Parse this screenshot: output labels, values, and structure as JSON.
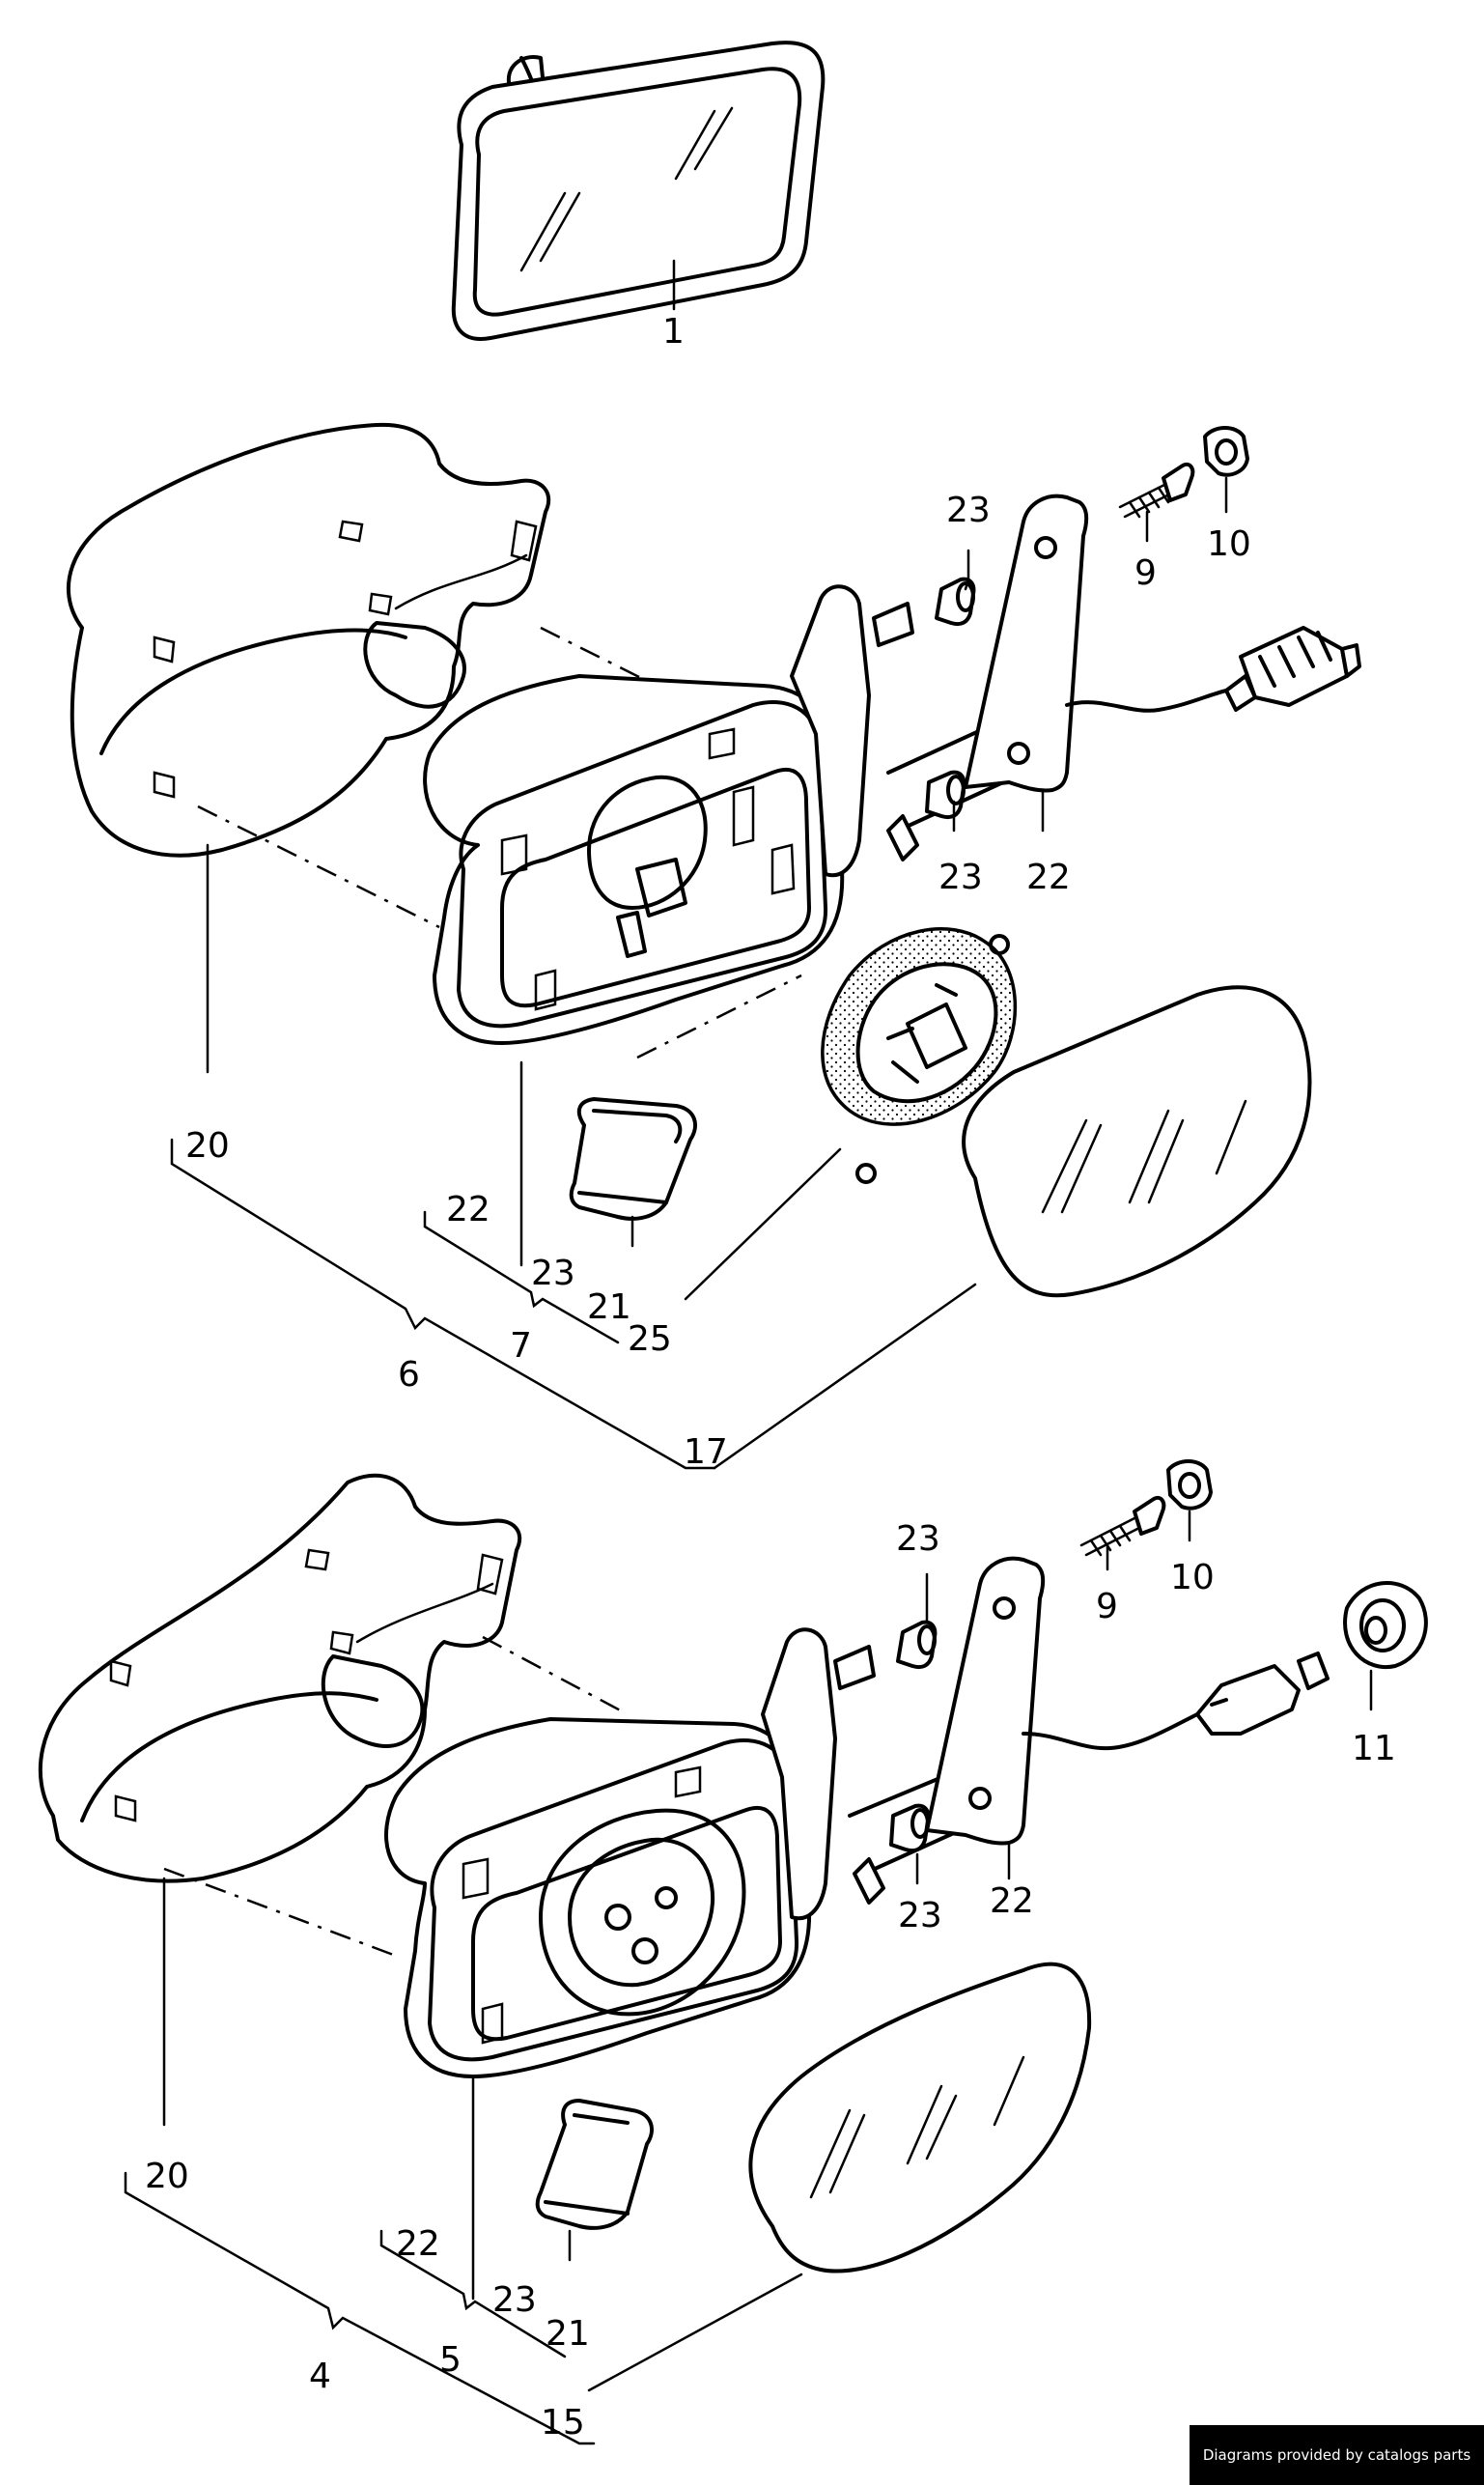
{
  "callouts": {
    "c1": "1",
    "c23a": "23",
    "c9a": "9",
    "c10a": "10",
    "c23b": "23",
    "c22a": "22",
    "c20a": "20",
    "c22b": "22",
    "c23c": "23",
    "c21a": "21",
    "c25": "25",
    "c6": "6",
    "c7": "7",
    "c17": "17",
    "c23d": "23",
    "c9b": "9",
    "c10b": "10",
    "c11": "11",
    "c23e": "23",
    "c22c": "22",
    "c20b": "20",
    "c22d": "22",
    "c23f": "23",
    "c21b": "21",
    "c4": "4",
    "c5": "5",
    "c15": "15"
  },
  "credit": "Diagrams provided by catalogs parts"
}
